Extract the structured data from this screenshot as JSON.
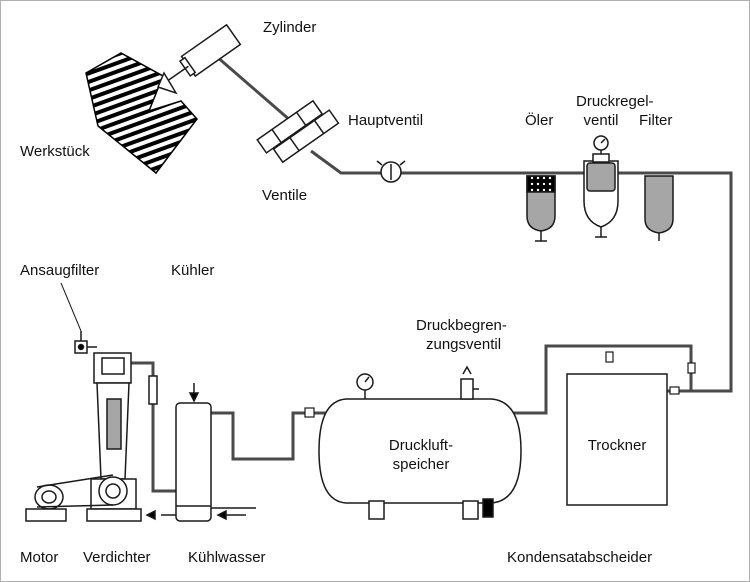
{
  "labels": {
    "zylinder": "Zylinder",
    "werkstueck": "Werkstück",
    "ventile": "Ventile",
    "hauptventil": "Hauptventil",
    "druckregelventil_l1": "Druckregel-",
    "druckregelventil_l2": "ventil",
    "oeler": "Öler",
    "filter": "Filter",
    "ansaugfilter": "Ansaugfilter",
    "kuehler": "Kühler",
    "druckbegrenzungsventil_l1": "Druckbegren-",
    "druckbegrenzungsventil_l2": "zungsventil",
    "druckluftspeicher_l1": "Druckluft-",
    "druckluftspeicher_l2": "speicher",
    "trockner": "Trockner",
    "motor": "Motor",
    "verdichter": "Verdichter",
    "kuehlwasser": "Kühlwasser",
    "kondensatabscheider": "Kondensatabscheider"
  },
  "colors": {
    "line": "#1a1a1a",
    "pipe": "#4a4a4a",
    "component_fill": "#a6a6a6",
    "light_fill": "#ffffff"
  }
}
